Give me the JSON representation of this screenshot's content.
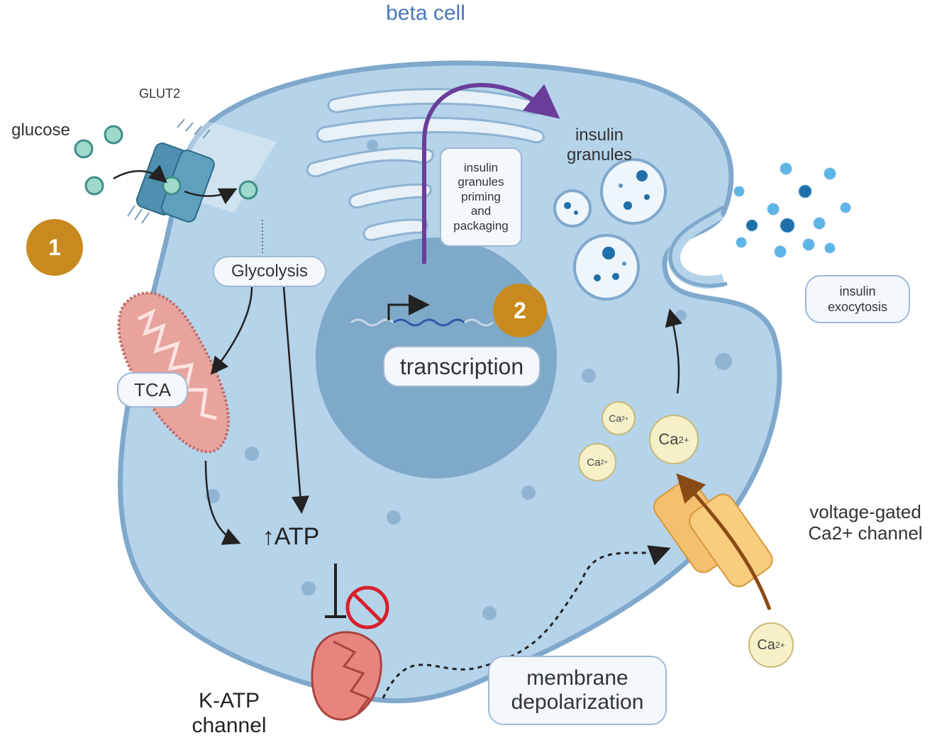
{
  "title": "beta cell",
  "labels": {
    "glut2": "GLUT2",
    "glucose": "glucose",
    "glycolysis": "Glycolysis",
    "tca": "TCA",
    "atp": "ATP",
    "atp_arrow": "↑",
    "transcription": "transcription",
    "granule_processing": [
      "insulin",
      "granules",
      "priming",
      "and",
      "packaging"
    ],
    "insulin_granules": [
      "insulin",
      "granules"
    ],
    "exocytosis": [
      "insulin",
      "exocytosis"
    ],
    "vgcc": [
      "voltage-gated",
      "Ca2+ channel"
    ],
    "katp": [
      "K-ATP",
      "channel"
    ],
    "depolarization": [
      "membrane",
      "depolarization"
    ],
    "calcium": "Ca",
    "calcium_charge": "2+"
  },
  "steps": [
    "1",
    "2"
  ],
  "colors": {
    "cell_fill": "#b5d3e9",
    "cell_edge": "#7fa8cc",
    "nucleus": "#7ea9c9",
    "title": "#4a78b8",
    "badge": "#c88a1e",
    "transcription_arrow": "#6a3d9a",
    "mitochondrion": "#d98a84",
    "vgcc": "#f3c070",
    "katp": "#e8837e",
    "inhibit": "#d8202a",
    "insulin": "#1f6fa8"
  }
}
